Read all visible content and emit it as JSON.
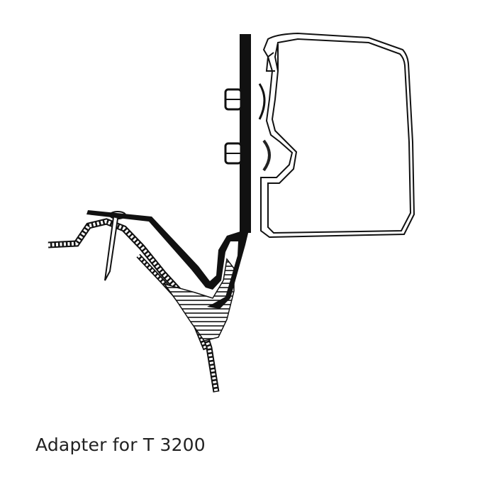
{
  "caption": "Adapter for T 3200",
  "colors": {
    "background": "#ffffff",
    "line": "#111111",
    "caption_text": "#222222"
  },
  "diagram": {
    "components": [
      "awning-cassette-profile",
      "adapter-bracket",
      "mounting-bolt-upper",
      "mounting-bolt-lower",
      "vehicle-body-panel",
      "rain-gutter-sealant",
      "fixing-screw"
    ]
  }
}
